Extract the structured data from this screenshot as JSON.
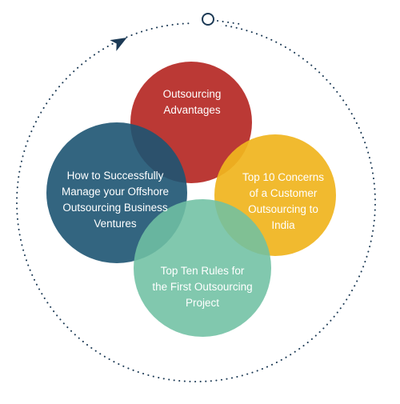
{
  "diagram": {
    "topics": [
      {
        "id": "advantages",
        "label": "Outsourcing\nAdvantages",
        "color": "#b8312d"
      },
      {
        "id": "manage",
        "label": "How to Successfully\nManage your Offshore\nOutsourcing Business\nVentures",
        "color": "#1d5472"
      },
      {
        "id": "concerns",
        "label": "Top 10 Concerns\nof a Customer\nOutsourcing to\nIndia",
        "color": "#f0b51f"
      },
      {
        "id": "rules",
        "label": "Top Ten Rules for\nthe First Outsourcing\nProject",
        "color": "#6fc0a3"
      }
    ],
    "ring_color": "#1c3a55",
    "arrow_color": "#1c3a55"
  }
}
